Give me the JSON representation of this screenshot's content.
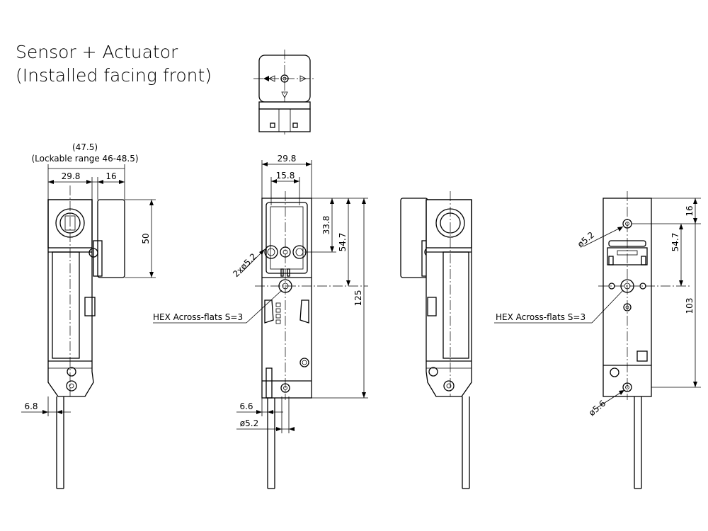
{
  "title": {
    "line1": "Sensor + Actuator",
    "line2": "(Installed facing front)"
  },
  "left_view": {
    "overall": "(47.5)",
    "lockable": "(Lockable range 46-48.5)",
    "width_a": "29.8",
    "width_b": "16",
    "height": "50",
    "offset": "6.8"
  },
  "front_view": {
    "width": "29.8",
    "inner_width": "15.8",
    "holes": "2xø5.2",
    "dim_338": "33.8",
    "dim_547": "54.7",
    "dim_125": "125",
    "hex": "HEX Across-flats S=3",
    "offset": "6.6",
    "bottom_hole": "ø5.2"
  },
  "back_view": {
    "top_hole": "ø5.2",
    "dim_16": "16",
    "dim_547": "54.7",
    "dim_103": "103",
    "hex": "HEX Across-flats S=3",
    "bottom_hole": "ø5.6"
  }
}
